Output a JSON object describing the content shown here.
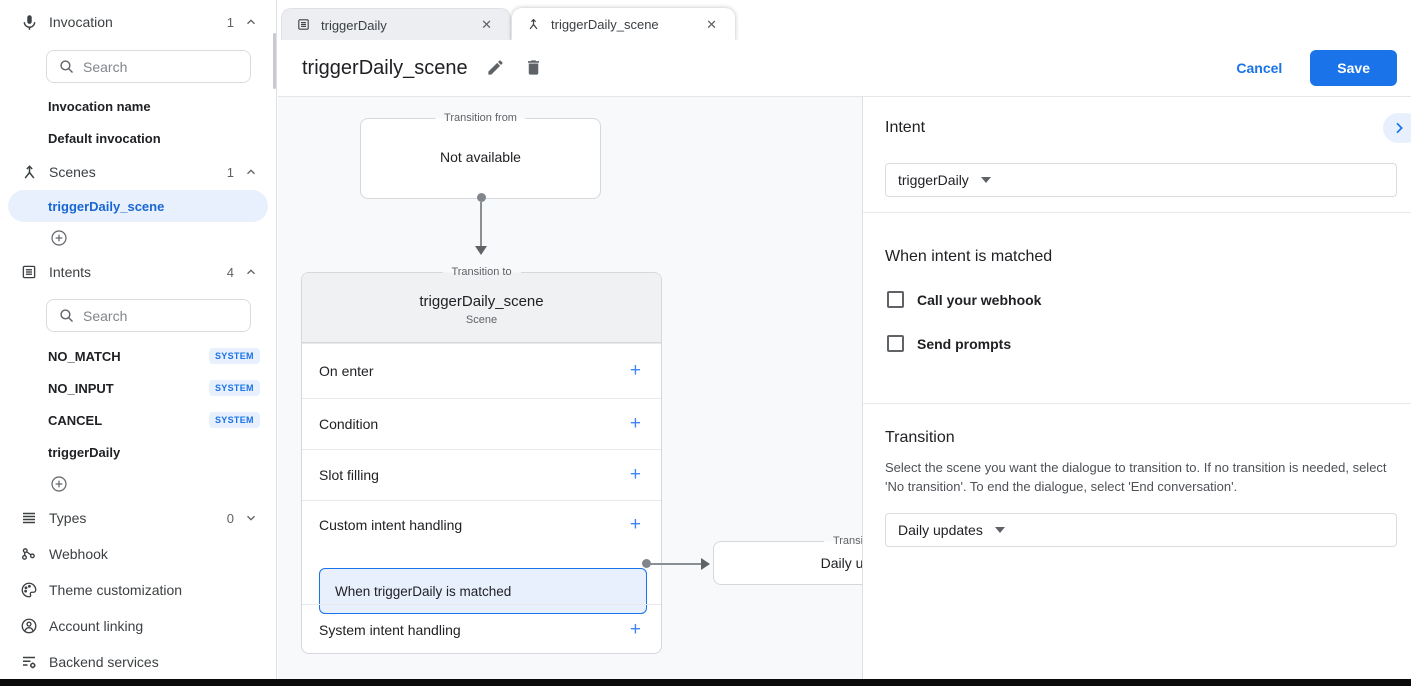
{
  "glyphs": {
    "add": "+",
    "close": "✕"
  },
  "colors": {
    "accent": "#1a73e8",
    "accent_bg": "#e8f0fe",
    "canvas_bg": "#f8f9fa"
  },
  "tabs": [
    {
      "label": "triggerDaily"
    },
    {
      "label": "triggerDaily_scene"
    }
  ],
  "header": {
    "title": "triggerDaily_scene",
    "cancel_label": "Cancel",
    "save_label": "Save"
  },
  "sidebar": {
    "invocation": {
      "label": "Invocation",
      "count": "1",
      "search_placeholder": "Search",
      "items": [
        {
          "label": "Invocation name"
        },
        {
          "label": "Default invocation"
        }
      ]
    },
    "scenes": {
      "label": "Scenes",
      "count": "1",
      "items": [
        {
          "label": "triggerDaily_scene",
          "selected": true
        }
      ]
    },
    "intents": {
      "label": "Intents",
      "count": "4",
      "search_placeholder": "Search",
      "items": [
        {
          "label": "NO_MATCH",
          "badge": "SYSTEM"
        },
        {
          "label": "NO_INPUT",
          "badge": "SYSTEM"
        },
        {
          "label": "CANCEL",
          "badge": "SYSTEM"
        },
        {
          "label": "triggerDaily",
          "badge": ""
        }
      ]
    },
    "types": {
      "label": "Types",
      "count": "0"
    },
    "links": [
      {
        "label": "Webhook"
      },
      {
        "label": "Theme customization"
      },
      {
        "label": "Account linking"
      },
      {
        "label": "Backend services"
      }
    ]
  },
  "canvas": {
    "transition_from": {
      "legend": "Transition from",
      "content": "Not available"
    },
    "scene_card": {
      "legend": "Transition to",
      "title": "triggerDaily_scene",
      "subtitle": "Scene",
      "rows": [
        {
          "label": "On enter"
        },
        {
          "label": "Condition"
        },
        {
          "label": "Slot filling"
        },
        {
          "label": "Custom intent handling",
          "chip": "When triggerDaily is matched"
        },
        {
          "label": "System intent handling"
        }
      ]
    },
    "target_card": {
      "legend": "Transition to",
      "title": "Daily updates"
    }
  },
  "panel": {
    "intent": {
      "heading": "Intent",
      "value": "triggerDaily"
    },
    "matched": {
      "heading": "When intent is matched",
      "options": [
        {
          "label": "Call your webhook",
          "checked": false
        },
        {
          "label": "Send prompts",
          "checked": false
        }
      ]
    },
    "transition": {
      "heading": "Transition",
      "description": "Select the scene you want the dialogue to transition to. If no transition is needed, select 'No transition'. To end the dialogue, select 'End conversation'.",
      "value": "Daily updates"
    }
  }
}
